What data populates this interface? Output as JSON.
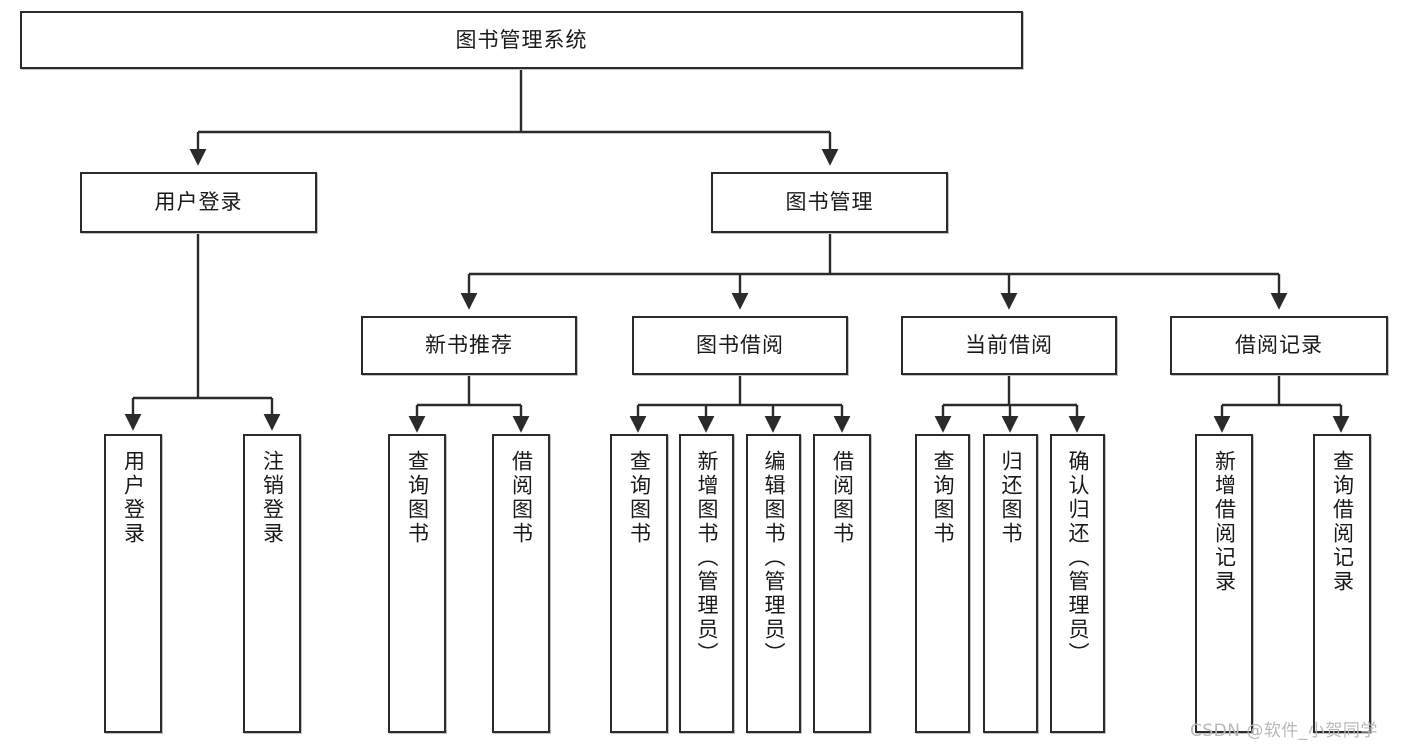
{
  "diagram": {
    "type": "tree-hierarchy-chart",
    "title_text": "图书管理系统",
    "line_color": "#2b2b2b",
    "box_fill": "#ffffff",
    "text_color": "#1a1a1a",
    "root": {
      "label": "图书管理系统"
    },
    "level2": [
      {
        "label": "用户登录"
      },
      {
        "label": "图书管理"
      }
    ],
    "level3": [
      {
        "label": "新书推荐"
      },
      {
        "label": "图书借阅"
      },
      {
        "label": "当前借阅"
      },
      {
        "label": "借阅记录"
      }
    ],
    "leaves": {
      "user_login": [
        {
          "label": "用户登录"
        },
        {
          "label": "注销登录"
        }
      ],
      "new_book_recommend": [
        {
          "label": "查询图书"
        },
        {
          "label": "借阅图书"
        }
      ],
      "book_borrow": [
        {
          "label": "查询图书"
        },
        {
          "label": "新增图书（管理员）"
        },
        {
          "label": "编辑图书（管理员）"
        },
        {
          "label": "借阅图书"
        }
      ],
      "current_borrow": [
        {
          "label": "查询图书"
        },
        {
          "label": "归还图书"
        },
        {
          "label": "确认归还（管理员）"
        }
      ],
      "borrow_record": [
        {
          "label": "新增借阅记录"
        },
        {
          "label": "查询借阅记录"
        }
      ]
    }
  },
  "watermark": {
    "text": "CSDN @软件_小贺同学"
  }
}
